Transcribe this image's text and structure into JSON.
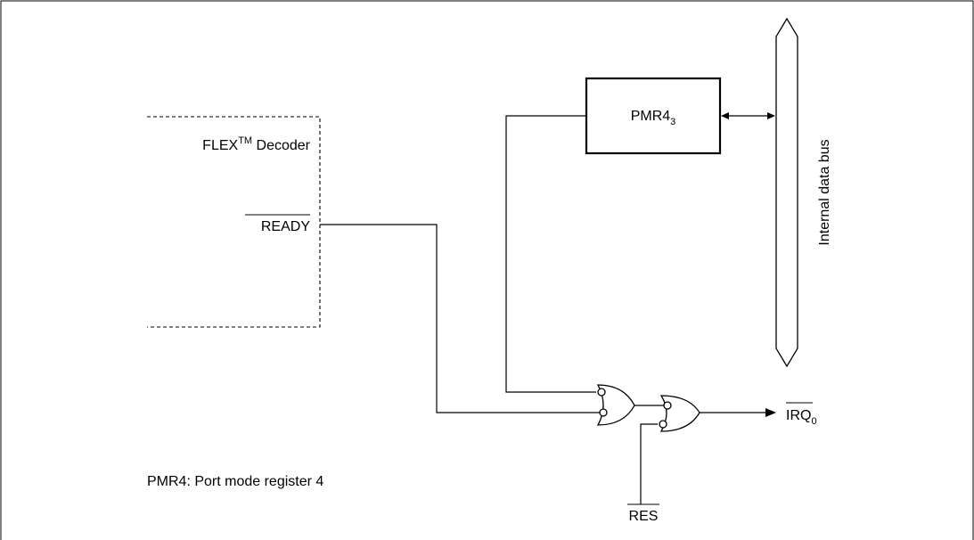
{
  "decoder": {
    "label": "FLEX",
    "superscript": "TM",
    "label_suffix": " Decoder",
    "ready_signal": "READY"
  },
  "register": {
    "name": "PMR4",
    "subscript": "3"
  },
  "bus": {
    "label": "Internal data bus"
  },
  "outputs": {
    "irq": "IRQ",
    "irq_subscript": "0"
  },
  "inputs": {
    "reset": "RES"
  },
  "note": "PMR4:  Port mode register 4"
}
